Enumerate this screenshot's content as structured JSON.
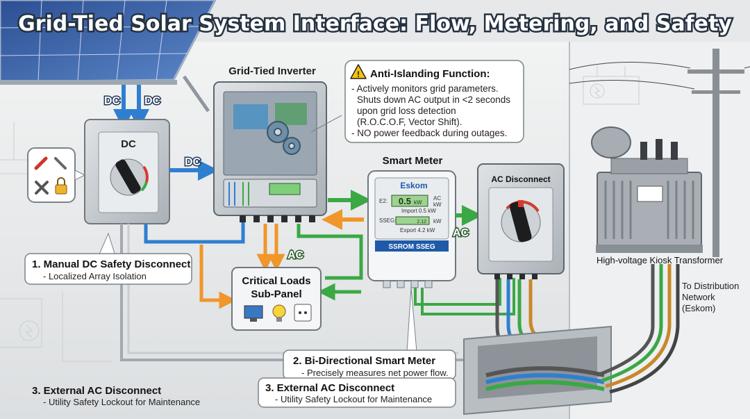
{
  "title": "Grid-Tied Solar System Interface: Flow, Metering, and Safety",
  "dc_arrow_labels": [
    "DC",
    "DC",
    "DC"
  ],
  "dc_disconnect": {
    "face_label": "DC"
  },
  "inverter": {
    "label": "Grid-Tied Inverter"
  },
  "anti_islanding": {
    "title": "Anti-Islanding Function:",
    "lines": [
      "- Actively monitors grid parameters.",
      "Shuts down AC output in <2 seconds",
      "upon grid loss detection",
      "(R.O.C.O.F, Vector Shift).",
      "- NO power feedback during outages."
    ]
  },
  "smart_meter": {
    "label": "Smart Meter",
    "brand": "Eskom",
    "reading1": "0.5",
    "reading1_unit": "kW",
    "unit_labels": [
      "AC",
      "kW"
    ],
    "row_labels": [
      "E2:",
      "SSEG:"
    ],
    "import_text": "Import  0.5 kW",
    "reading2": "2.12",
    "reading2_unit": "kW",
    "export_text": "Export  4.2 kW",
    "badge": "SSROM SSEG"
  },
  "ac_labels": [
    "AC",
    "AC"
  ],
  "ac_disconnect": {
    "label": "AC Disconnect"
  },
  "critical_loads": {
    "line1": "Critical Loads",
    "line2": "Sub-Panel"
  },
  "transformer": {
    "label": "High-voltage Kiosk Transformer"
  },
  "distribution": {
    "line1": "To Distribution",
    "line2": "Network",
    "line3": "(Eskom)"
  },
  "callouts": {
    "c1": {
      "title": "1. Manual DC Safety Disconnect",
      "sub": "- Localized Array Isolation"
    },
    "c2": {
      "title": "2. Bi-Directional Smart Meter",
      "sub": "- Precisely measures net power flow."
    },
    "c3": {
      "title": "3. External AC Disconnect",
      "sub": "- Utility Safety Lockout for Maintenance"
    },
    "c3b": {
      "title": "3. External AC Disconnect",
      "sub": "- Utility Safety Lockout for Maintenance"
    }
  },
  "colors": {
    "dc_flow": "#2f7fd0",
    "ac_flow": "#3aa845",
    "export_flow": "#f0962a",
    "accent_red": "#d63b2c",
    "title_fill": "#ffffff",
    "meter_green": "#2f9c3b",
    "meter_badge": "#1f5aa8"
  },
  "icons": [
    "solar-panel-icon",
    "warning-icon",
    "gear-icon",
    "toolbox-icon",
    "lock-icon",
    "monitor-icon",
    "lightbulb-icon",
    "outlet-icon",
    "ground-icon"
  ]
}
